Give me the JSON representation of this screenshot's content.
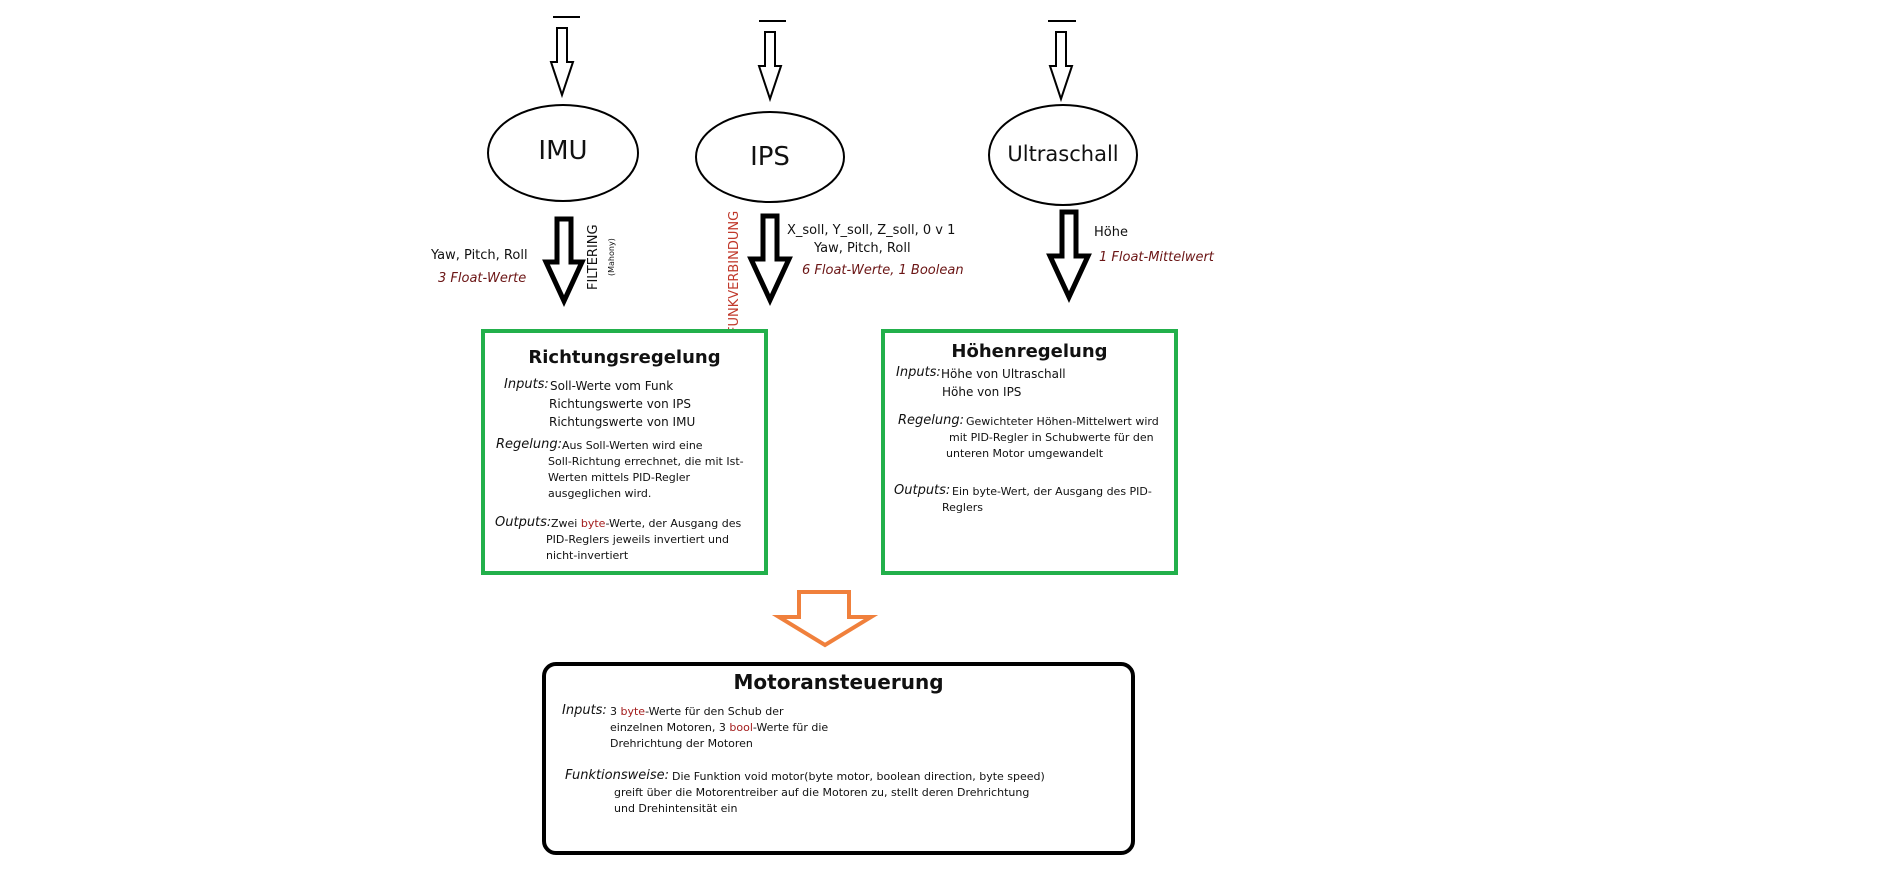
{
  "nodes": {
    "imu": "IMU",
    "ips": "IPS",
    "ultraschall": "Ultraschall"
  },
  "edges": {
    "imu_label": "Yaw, Pitch, Roll",
    "imu_count": "3 Float-Werte",
    "filtering": "FILTERING",
    "mahony": "(Mahony)",
    "funk": "FUNKVERBINDUNG",
    "ips_line1": "X_soll, Y_soll, Z_soll, 0 v 1",
    "ips_line2": "Yaw, Pitch, Roll",
    "ips_count": "6 Float-Werte, 1 Boolean",
    "hoehe": "Höhe",
    "hoehe_count": "1 Float-Mittelwert"
  },
  "richtung": {
    "title": "Richtungsregelung",
    "inputs_key": "Inputs:",
    "inputs": [
      "Soll-Werte vom Funk",
      "Richtungswerte von IPS",
      "Richtungswerte von IMU"
    ],
    "regelung_key": "Regelung:",
    "regelung": [
      "Aus Soll-Werten wird eine",
      "Soll-Richtung errechnet, die mit Ist-",
      "Werten mittels PID-Regler",
      "ausgeglichen wird."
    ],
    "outputs_key": "Outputs:",
    "outputs_a": "Zwei ",
    "outputs_b": "byte",
    "outputs_c": "-Werte, der Ausgang des",
    "outputs_rest": [
      "PID-Reglers jeweils invertiert und",
      "nicht-invertiert"
    ]
  },
  "hoehen": {
    "title": "Höhenregelung",
    "inputs_key": "Inputs:",
    "inputs": [
      "Höhe von Ultraschall",
      "Höhe von IPS"
    ],
    "regelung_key": "Regelung:",
    "regelung": [
      "Gewichteter Höhen-Mittelwert wird",
      "mit   PID-Regler in Schubwerte für den",
      "unteren Motor umgewandelt"
    ],
    "outputs_key": "Outputs:",
    "outputs": [
      "Ein byte-Wert, der Ausgang des PID-",
      "Reglers"
    ]
  },
  "motor": {
    "title": "Motoransteuerung",
    "inputs_key": "Inputs:",
    "in1_a": "3 ",
    "in1_b": "byte",
    "in1_c": "-Werte für den Schub der",
    "in2_a": "einzelnen Motoren, 3 ",
    "in2_b": "bool",
    "in2_c": "-Werte für die",
    "in3": "Drehrichtung der Motoren",
    "funktion_key": "Funktionsweise:",
    "funktion": [
      "Die Funktion void motor(byte motor, boolean direction, byte speed)",
      "greift über die Motorentreiber auf die Motoren zu, stellt deren Drehrichtung",
      "und Drehintensität ein"
    ]
  },
  "colors": {
    "green_border": "#22b04b",
    "orange_arrow": "#f0803c",
    "label_red": "#6b1515"
  }
}
